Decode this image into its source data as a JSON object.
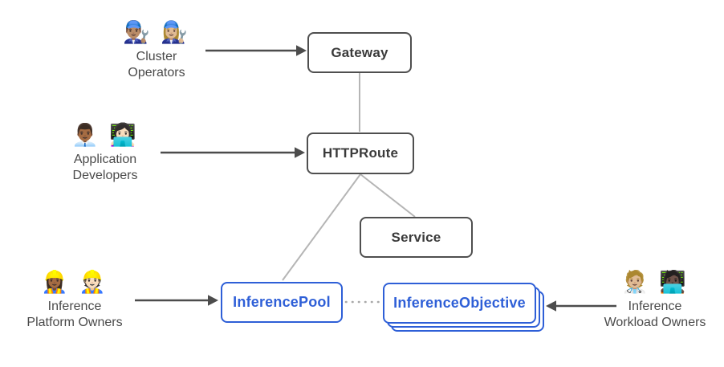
{
  "diagram": {
    "description": "Gateway API inference extension resource/persona relationship diagram",
    "colors": {
      "background": "#ffffff",
      "dark_box_border": "#4f4f4f",
      "dark_box_text": "#3b3b3b",
      "blue_accent": "#2e5fd7",
      "connector_gray": "#b5b5b5",
      "dotted_gray": "#a8a8a8",
      "arrow_dark": "#4c4c4c",
      "persona_text": "#4a4a4a"
    },
    "nodes": {
      "gateway": {
        "label": "Gateway"
      },
      "httproute": {
        "label": "HTTPRoute"
      },
      "service": {
        "label": "Service"
      },
      "inference_pool": {
        "label": "InferencePool"
      },
      "inference_objective": {
        "label": "InferenceObjective"
      }
    },
    "personas": {
      "cluster_operators": {
        "emoji": "👨🏽‍🔧 👩🏼‍🔧",
        "line1": "Cluster",
        "line2": "Operators"
      },
      "application_developers": {
        "emoji": "👨🏾‍💼 👩🏻‍💻",
        "line1": "Application",
        "line2": "Developers"
      },
      "inference_platform_owners": {
        "emoji": "👷🏾‍♀️ 👷🏻",
        "line1": "Inference",
        "line2": "Platform Owners"
      },
      "inference_workload_owners": {
        "emoji": "🧑🏼‍⚕️ 🧑🏿‍💻",
        "line1": "Inference",
        "line2": "Workload Owners"
      }
    },
    "edges": [
      {
        "from": "cluster_operators",
        "to": "gateway",
        "style": "arrow"
      },
      {
        "from": "application_developers",
        "to": "httproute",
        "style": "arrow"
      },
      {
        "from": "inference_platform_owners",
        "to": "inference_pool",
        "style": "arrow"
      },
      {
        "from": "inference_workload_owners",
        "to": "inference_objective",
        "style": "arrow"
      },
      {
        "from": "gateway",
        "to": "httproute",
        "style": "line"
      },
      {
        "from": "httproute",
        "to": "service",
        "style": "line"
      },
      {
        "from": "httproute",
        "to": "inference_pool",
        "style": "line"
      },
      {
        "from": "inference_pool",
        "to": "inference_objective",
        "style": "dotted"
      }
    ]
  }
}
